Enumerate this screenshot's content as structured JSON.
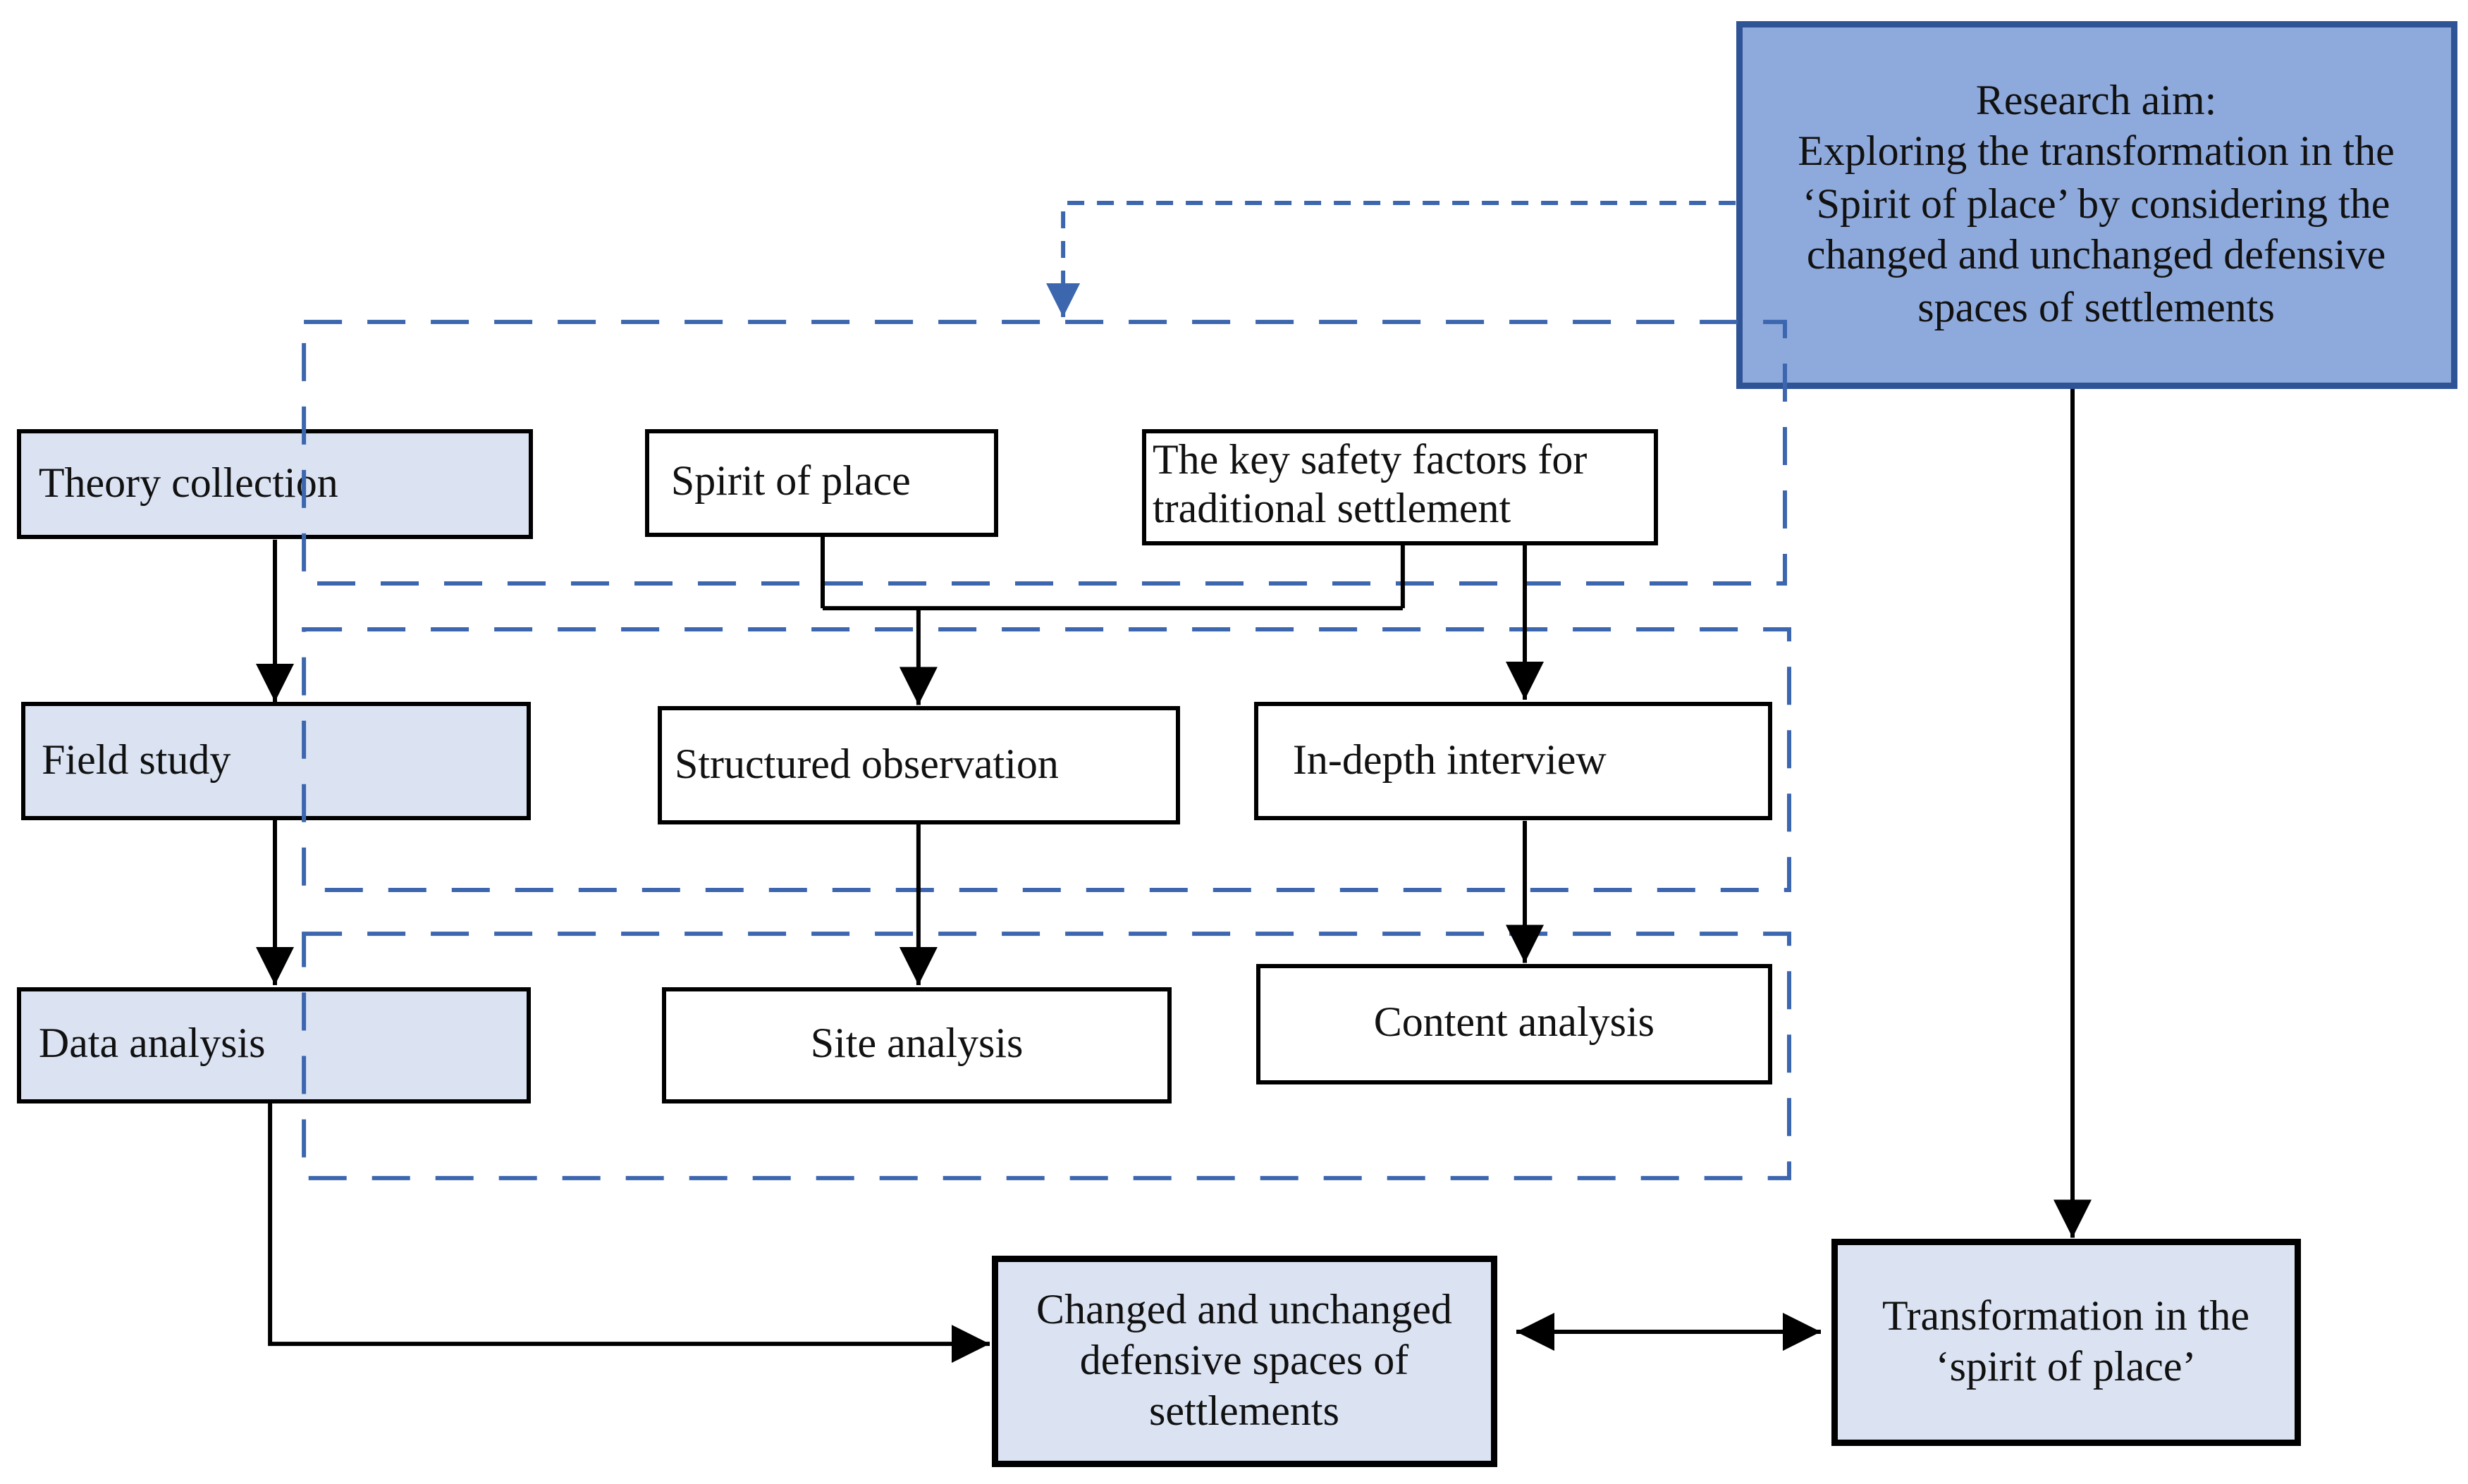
{
  "research_aim": {
    "heading": "Research aim:",
    "body": "Exploring the transformation in the ‘Spirit of place’ by considering the changed and unchanged defensive spaces of settlements"
  },
  "nodes": {
    "theory_collection": "Theory collection",
    "spirit_of_place": "Spirit of place",
    "key_safety_factors": "The key safety factors for traditional settlement",
    "field_study": "Field study",
    "structured_observation": "Structured observation",
    "in_depth_interview": "In-depth interview",
    "data_analysis": "Data analysis",
    "site_analysis": "Site analysis",
    "content_analysis": "Content analysis",
    "changed_spaces": "Changed and unchanged defensive spaces of settlements",
    "transformation": "Transformation in the ‘spirit of place’"
  },
  "colors": {
    "aim_fill": "#8ea9db",
    "aim_border": "#2f5496",
    "light_fill": "#dbe3f3",
    "box_border": "#000000",
    "dash_blue": "#3c66ae",
    "arrow_black": "#000000"
  }
}
